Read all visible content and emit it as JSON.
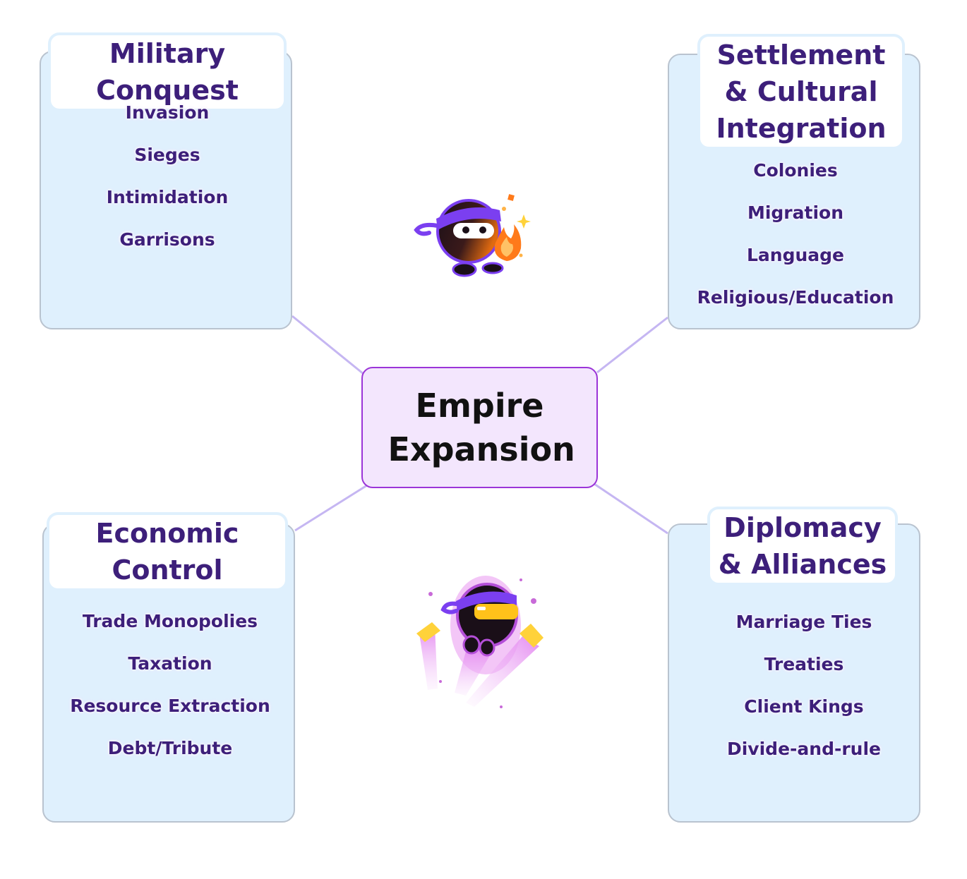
{
  "center": {
    "title": "Empire Expansion"
  },
  "branches": {
    "military": {
      "title": "Military Conquest",
      "items": [
        "Invasion",
        "Sieges",
        "Intimidation",
        "Garrisons"
      ]
    },
    "settlement": {
      "title": "Settlement & Cultural Integration",
      "items": [
        "Colonies",
        "Migration",
        "Language",
        "Religious/Education"
      ]
    },
    "economic": {
      "title": "Economic Control",
      "items": [
        "Trade Monopolies",
        "Taxation",
        "Resource Extraction",
        "Debt/Tribute"
      ]
    },
    "diplomacy": {
      "title": "Diplomacy & Alliances",
      "items": [
        "Marriage Ties",
        "Treaties",
        "Client Kings",
        "Divide-and-rule"
      ]
    }
  },
  "decorations": {
    "top_mascot": "ninja-fire-mascot-icon",
    "bottom_mascot": "ninja-rocket-mascot-icon"
  },
  "colors": {
    "box_fill": "#dff0fd",
    "box_border": "#b9c3cf",
    "center_fill": "#f3e6fd",
    "center_border": "#9b35d8",
    "text": "#3d1f7a",
    "connector": "#c5b6f2"
  }
}
